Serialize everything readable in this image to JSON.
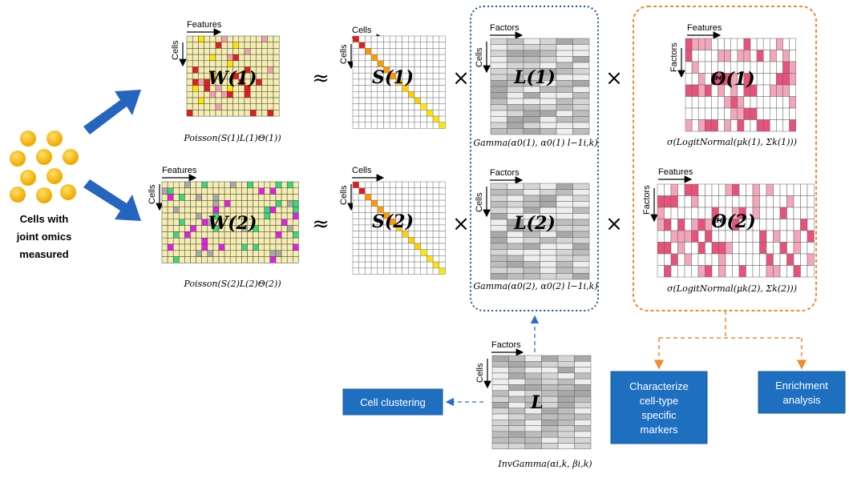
{
  "cells_caption": [
    "Cells with",
    "joint omics",
    "measured"
  ],
  "axis": {
    "features": "Features",
    "cells": "Cells",
    "factors": "Factors"
  },
  "matrices": {
    "W1": "W(1)",
    "W2": "W(2)",
    "S1": "S(1)",
    "S2": "S(2)",
    "L1": "L(1)",
    "L2": "L(2)",
    "L": "L",
    "Theta1": "Θ(1)",
    "Theta2": "Θ(2)"
  },
  "formulas": {
    "poisson1": "Poisson(S(1)L(1)Θ(1))",
    "poisson2": "Poisson(S(2)L(2)Θ(2))",
    "gamma1": "Gamma(α0(1), α0(1) l−1i,k)",
    "gamma2": "Gamma(α0(2), α0(2) l−1i,k)",
    "sigma1": "σ(LogitNormal(μk(1), Σk(1)))",
    "sigma2": "σ(LogitNormal(μk(2), Σk(2)))",
    "invgamma": "InvGamma(αi,k, βi,k)"
  },
  "operators": {
    "approx": "≈",
    "times": "×"
  },
  "boxes": {
    "cell_clustering": "Cell clustering",
    "characterize": [
      "Characterize",
      "cell-type",
      "specific",
      "markers"
    ],
    "enrichment": [
      "Enrichment",
      "analysis"
    ]
  },
  "colors": {
    "blue_arrow": "#1f6fc1",
    "box_blue": "#1f6fc1",
    "cell_yellow": "#f5b800",
    "W_bg": "#f5eeb0",
    "diag_yellow": "#ffd700",
    "diag_orange": "#ff8c00",
    "dotted_blue": "#1f4e9c",
    "dotted_orange": "#f08a2a",
    "pink": "#e8527a"
  }
}
